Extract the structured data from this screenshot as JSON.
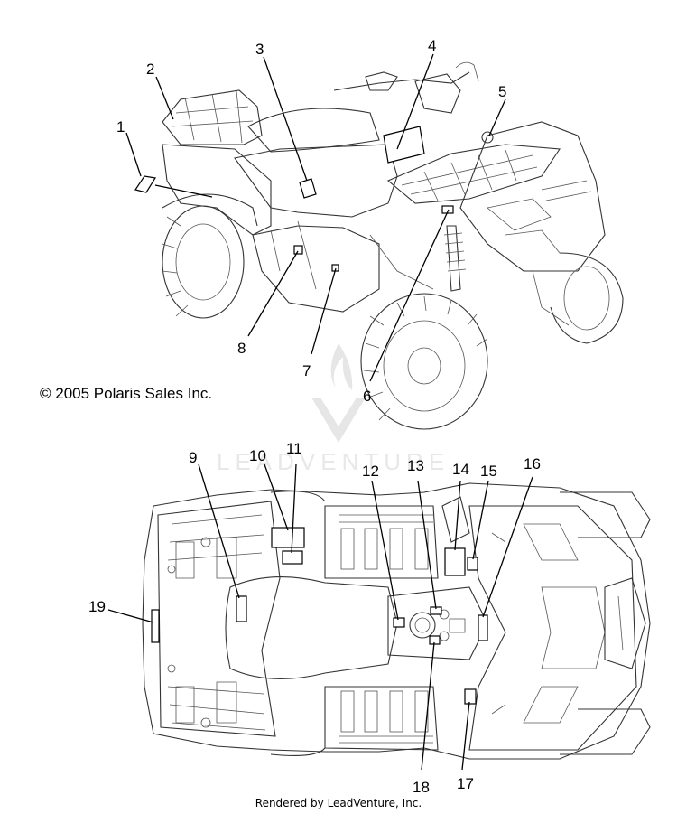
{
  "copyright": "© 2005 Polaris Sales Inc.",
  "footer": "Rendered by LeadVenture, Inc.",
  "watermark": "LEADVENTURE",
  "callouts": {
    "c1": "1",
    "c2": "2",
    "c3": "3",
    "c4": "4",
    "c5": "5",
    "c6": "6",
    "c7": "7",
    "c8": "8",
    "c9": "9",
    "c10": "10",
    "c11": "11",
    "c12": "12",
    "c13": "13",
    "c14": "14",
    "c15": "15",
    "c16": "16",
    "c17": "17",
    "c18": "18",
    "c19": "19"
  },
  "colors": {
    "ink": "#000000",
    "watermark": "#e6e6e6"
  }
}
